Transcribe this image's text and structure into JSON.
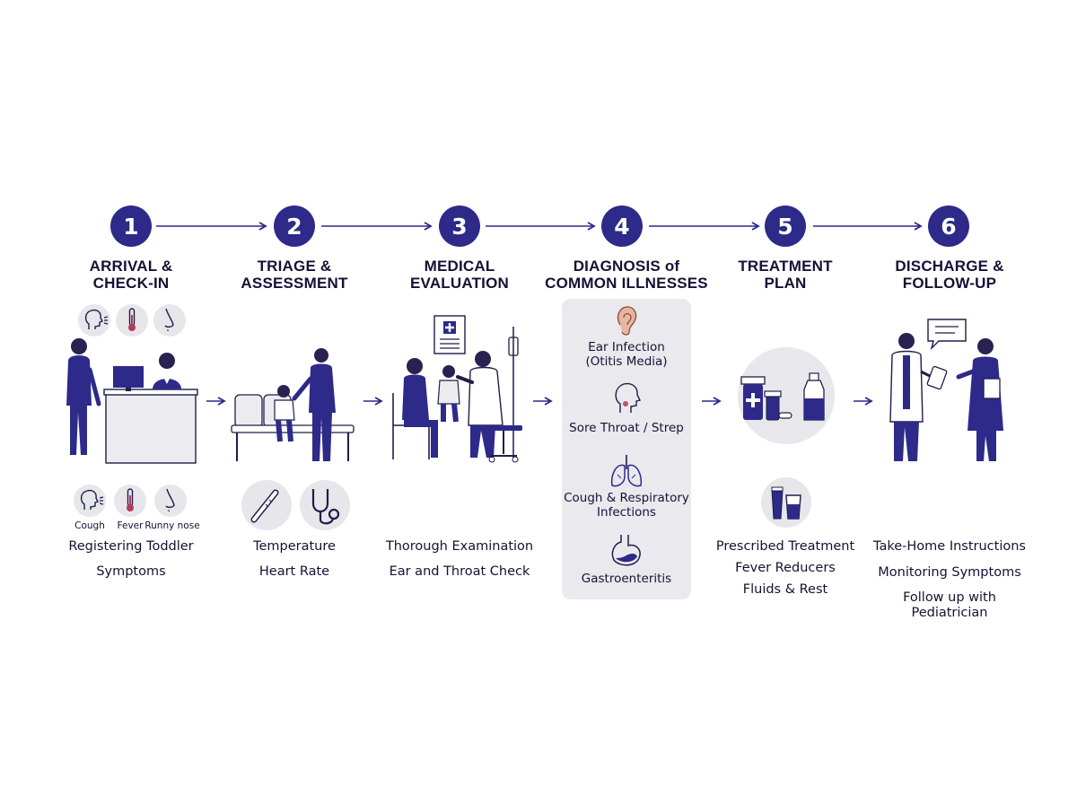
{
  "colors": {
    "accent": "#2d2a8a",
    "ink": "#1f1d4a",
    "panel": "#e9e9ee",
    "icon_circle": "#e6e6eb"
  },
  "steps": [
    {
      "number": "1",
      "title_lines": [
        "ARRIVAL &",
        "CHECK-IN"
      ],
      "symptoms": [
        "Cough",
        "Fever",
        "Runny nose"
      ],
      "symptom_icons": [
        "head-cough-icon",
        "thermometer-icon",
        "nose-icon"
      ],
      "details": [
        "Registering Toddler",
        "Symptoms"
      ]
    },
    {
      "number": "2",
      "title_lines": [
        "TRIAGE &",
        "ASSESSMENT"
      ],
      "detail_icons": [
        "thermometer-icon",
        "stethoscope-icon"
      ],
      "details": [
        "Temperature",
        "Heart Rate"
      ]
    },
    {
      "number": "3",
      "title_lines": [
        "MEDICAL",
        "EVALUATION"
      ],
      "details": [
        "Thorough Examination",
        "Ear and Throat Check"
      ]
    },
    {
      "number": "4",
      "title_lines": [
        "DIAGNOSIS of",
        "COMMON ILLNESSES"
      ],
      "illnesses": [
        {
          "lines": [
            "Ear Infection",
            "(Otitis Media)"
          ],
          "icon": "ear-icon"
        },
        {
          "lines": [
            "Sore Throat / Strep"
          ],
          "icon": "throat-icon"
        },
        {
          "lines": [
            "Cough & Respiratory",
            "Infections"
          ],
          "icon": "lungs-icon"
        },
        {
          "lines": [
            "Gastroenteritis"
          ],
          "icon": "stomach-icon"
        }
      ]
    },
    {
      "number": "5",
      "title_lines": [
        "TREATMENT",
        "PLAN"
      ],
      "detail_icons": [
        "medicine-tube-cup-icon"
      ],
      "details": [
        "Prescribed Treatment",
        "Fever Reducers",
        "Fluids & Rest"
      ]
    },
    {
      "number": "6",
      "title_lines": [
        "DISCHARGE &",
        "FOLLOW-UP"
      ],
      "details": [
        "Take-Home Instructions",
        "Monitoring Symptoms",
        "Follow up with",
        "Pediatrician"
      ]
    }
  ]
}
